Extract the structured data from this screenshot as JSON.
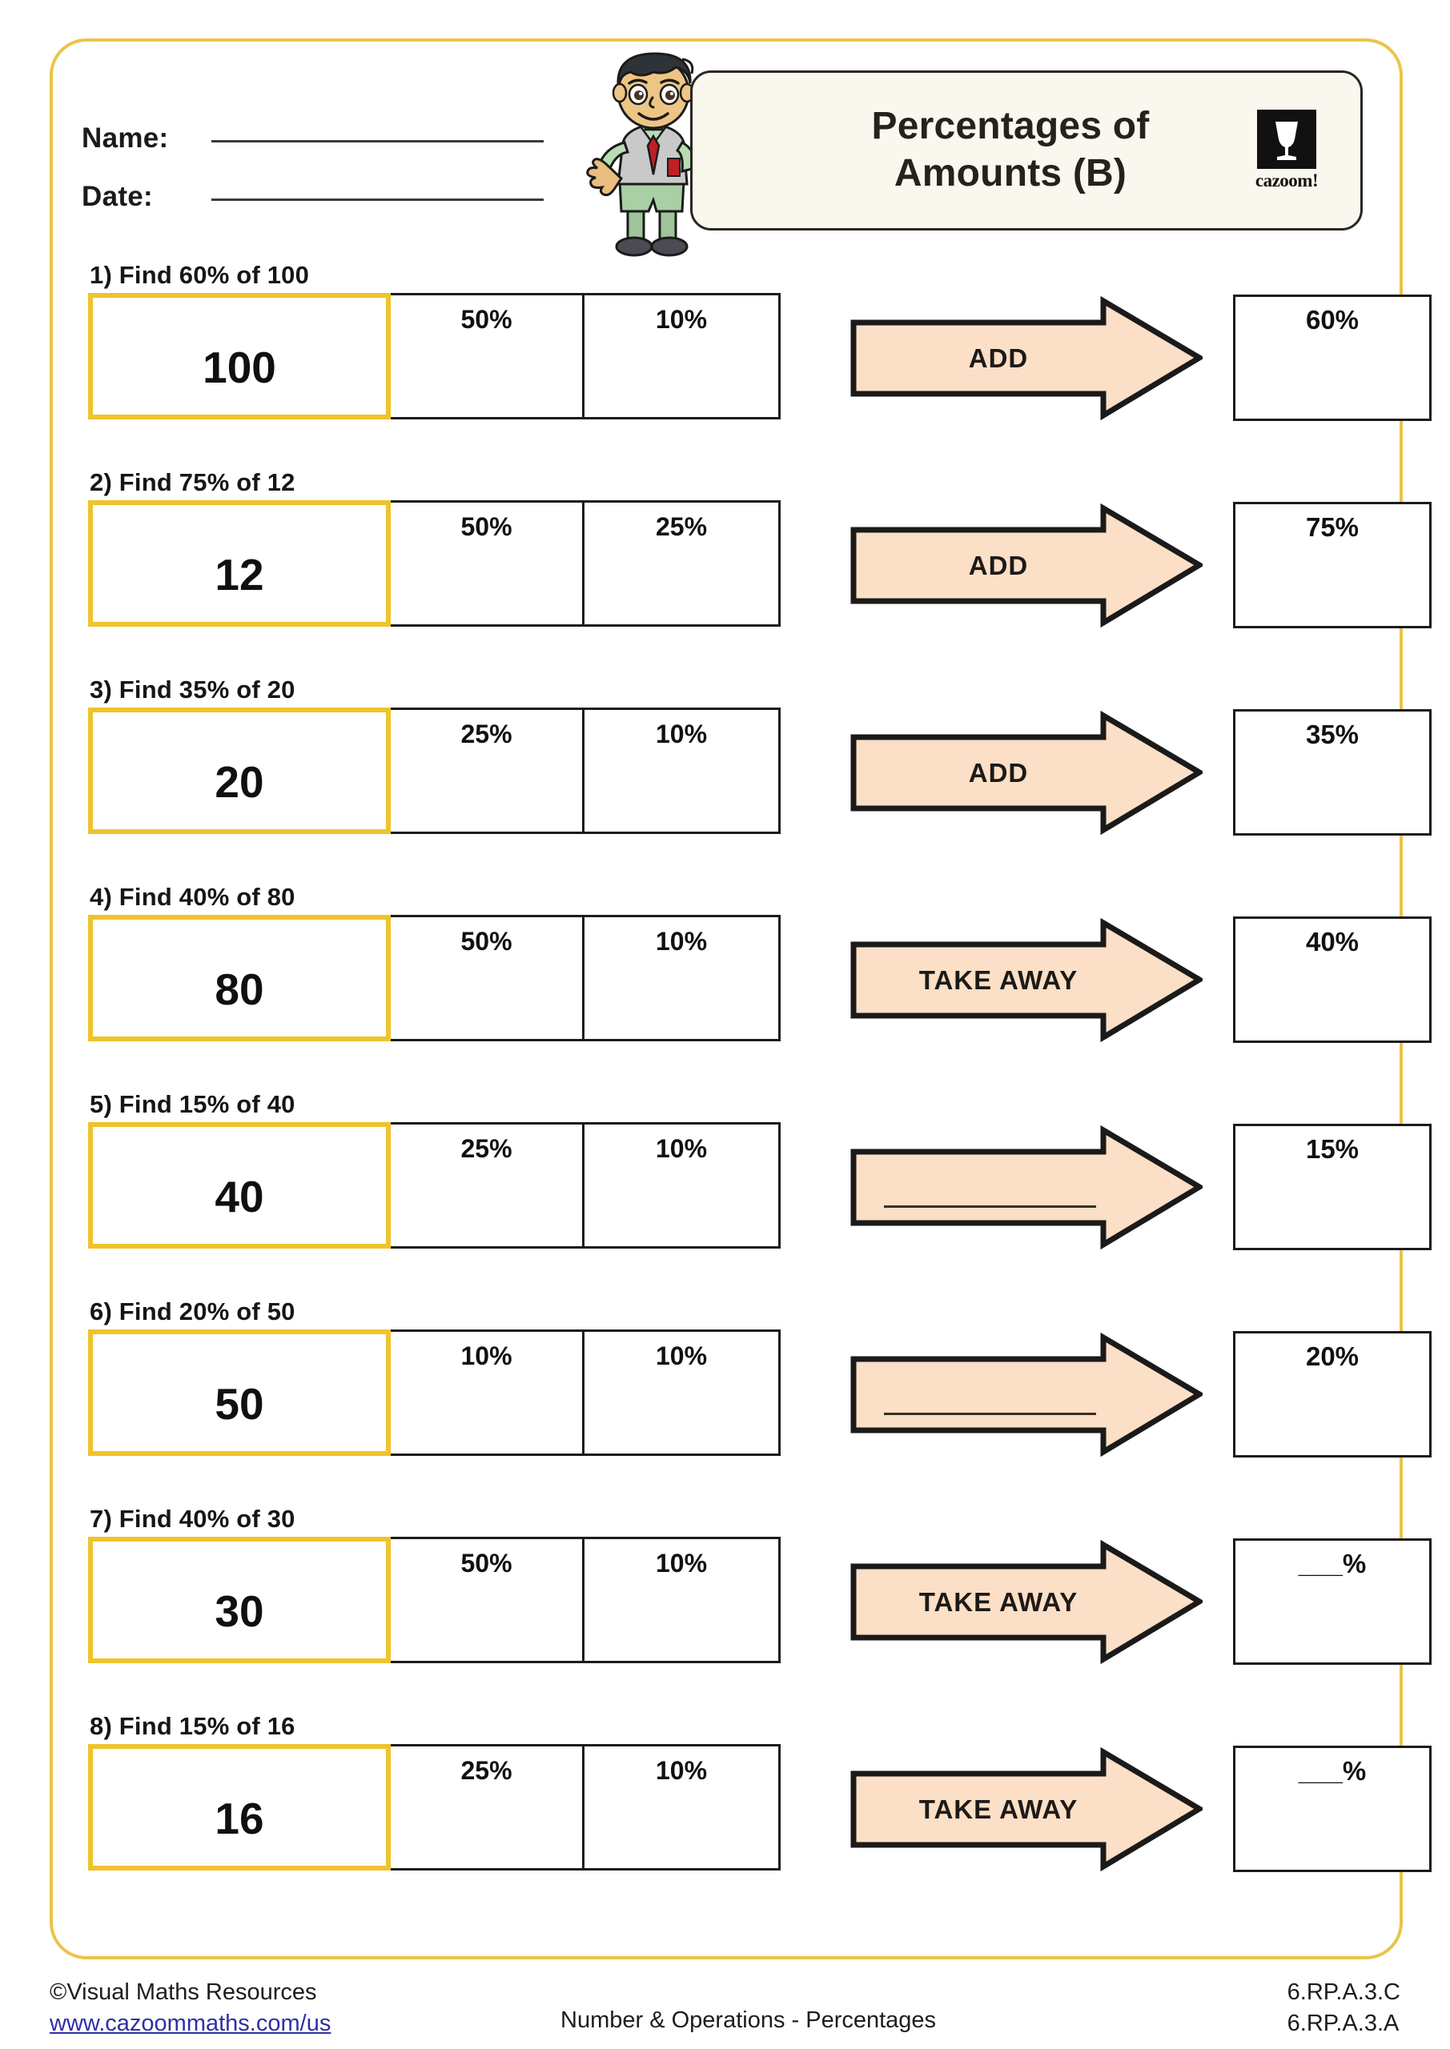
{
  "header": {
    "name_label": "Name:",
    "date_label": "Date:",
    "title": "Percentages of Amounts (B)",
    "logo_word": "cazoom!",
    "logo_icon": "cazoom-cup-icon",
    "mascot_icon": "waving-boy-icon"
  },
  "questions": [
    {
      "label": "1) Find 60% of 100",
      "value": "100",
      "steps": [
        "50%",
        "10%"
      ],
      "operation": "ADD",
      "answer": "60%"
    },
    {
      "label": "2) Find 75% of 12",
      "value": "12",
      "steps": [
        "50%",
        "25%"
      ],
      "operation": "ADD",
      "answer": "75%"
    },
    {
      "label": "3) Find 35% of 20",
      "value": "20",
      "steps": [
        "25%",
        "10%"
      ],
      "operation": "ADD",
      "answer": "35%"
    },
    {
      "label": "4) Find 40% of 80",
      "value": "80",
      "steps": [
        "50%",
        "10%"
      ],
      "operation": "TAKE AWAY",
      "answer": "40%"
    },
    {
      "label": "5) Find 15% of 40",
      "value": "40",
      "steps": [
        "25%",
        "10%"
      ],
      "operation": "",
      "answer": "15%"
    },
    {
      "label": "6) Find 20% of 50",
      "value": "50",
      "steps": [
        "10%",
        "10%"
      ],
      "operation": "",
      "answer": "20%"
    },
    {
      "label": "7) Find 40% of 30",
      "value": "30",
      "steps": [
        "50%",
        "10%"
      ],
      "operation": "TAKE AWAY",
      "answer": "___%"
    },
    {
      "label": "8) Find 15% of 16",
      "value": "16",
      "steps": [
        "25%",
        "10%"
      ],
      "operation": "TAKE AWAY",
      "answer": "___%"
    }
  ],
  "footer": {
    "copyright": "©Visual Maths Resources",
    "url": "www.cazoommaths.com/us",
    "topic": "Number & Operations - Percentages",
    "standard_1": "6.RP.A.3.C",
    "standard_2": "6.RP.A.3.A"
  },
  "colors": {
    "frame": "#EBC447",
    "value_box_border": "#EFC32B",
    "arrow_fill": "#FBDFC6",
    "arrow_stroke": "#1a1a1a",
    "title_bg": "#FAF7EE",
    "link": "#2f2fa8"
  }
}
